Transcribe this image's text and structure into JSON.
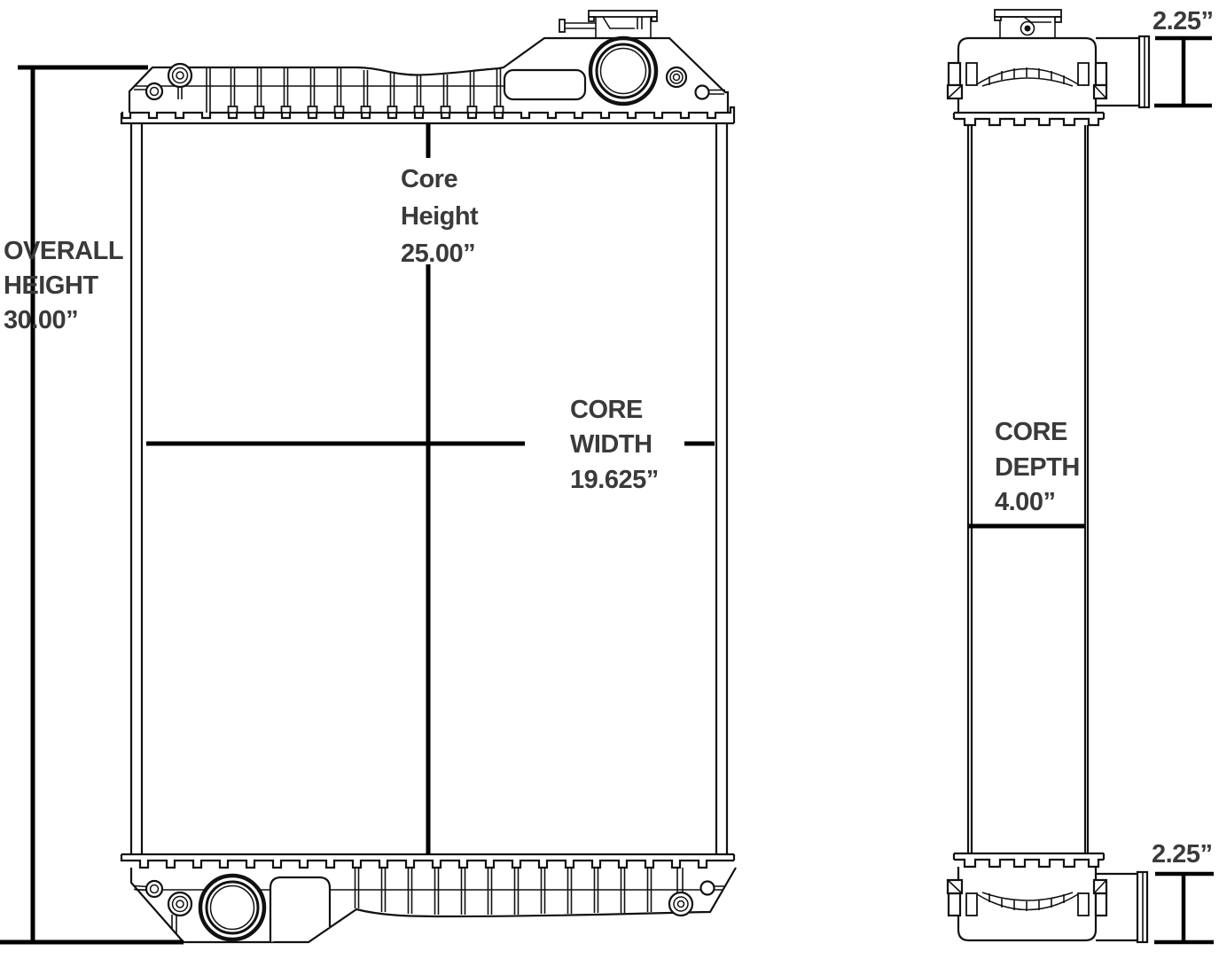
{
  "annotations": {
    "overall_height": {
      "lines": [
        "OVERALL",
        "HEIGHT",
        "30.00”"
      ],
      "value_in": 30.0
    },
    "core_height": {
      "lines": [
        "Core",
        "Height",
        "25.00”"
      ],
      "value_in": 25.0
    },
    "core_width": {
      "lines": [
        "CORE",
        "WIDTH",
        "19.625”"
      ],
      "value_in": 19.625
    },
    "core_depth": {
      "lines": [
        "CORE",
        "DEPTH",
        "4.00”"
      ],
      "value_in": 4.0
    },
    "top_port": {
      "label": "2.25”",
      "value_in": 2.25
    },
    "bottom_port": {
      "label": "2.25”",
      "value_in": 2.25
    }
  },
  "colors": {
    "line": "#111111",
    "dimension_line": "#000000",
    "label_text": "#3a3a3a",
    "background": "#ffffff"
  }
}
